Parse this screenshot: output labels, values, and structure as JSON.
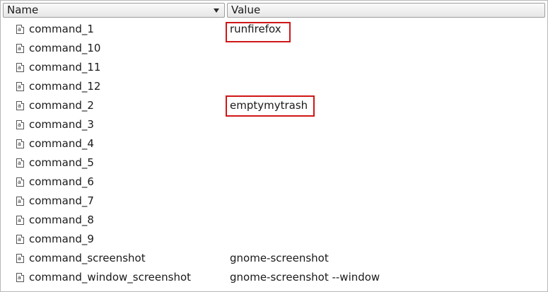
{
  "header": {
    "name_label": "Name",
    "value_label": "Value"
  },
  "rows": [
    {
      "name": "command_1",
      "value": "runfirefox"
    },
    {
      "name": "command_10",
      "value": ""
    },
    {
      "name": "command_11",
      "value": ""
    },
    {
      "name": "command_12",
      "value": ""
    },
    {
      "name": "command_2",
      "value": "emptymytrash"
    },
    {
      "name": "command_3",
      "value": ""
    },
    {
      "name": "command_4",
      "value": ""
    },
    {
      "name": "command_5",
      "value": ""
    },
    {
      "name": "command_6",
      "value": ""
    },
    {
      "name": "command_7",
      "value": ""
    },
    {
      "name": "command_8",
      "value": ""
    },
    {
      "name": "command_9",
      "value": ""
    },
    {
      "name": "command_screenshot",
      "value": "gnome-screenshot"
    },
    {
      "name": "command_window_screenshot",
      "value": "gnome-screenshot --window"
    }
  ],
  "row_icon": "text-file-icon",
  "highlight_color": "#d01616"
}
